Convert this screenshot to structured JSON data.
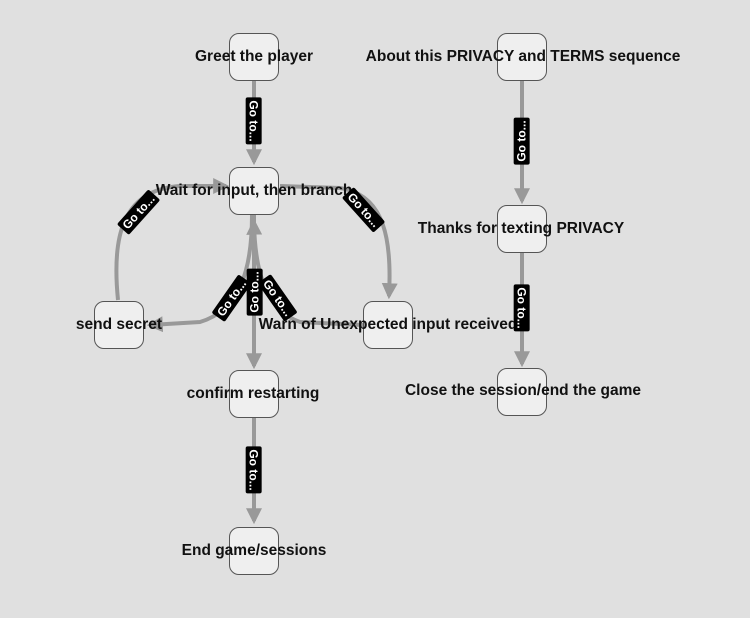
{
  "diagram": {
    "colors": {
      "background": "#e0e0e0",
      "node_fill": "#efefef",
      "node_border": "#555555",
      "edge": "#999999",
      "edge_label_bg": "#000000",
      "edge_label_text": "#ffffff"
    },
    "nodes": [
      {
        "id": "greet",
        "label": "Greet the player"
      },
      {
        "id": "wait",
        "label": "Wait for input, then branch"
      },
      {
        "id": "secret",
        "label": "send secret"
      },
      {
        "id": "warn",
        "label": "Warn of Unexpected input received"
      },
      {
        "id": "confirm",
        "label": "confirm restarting"
      },
      {
        "id": "end",
        "label": "End game/sessions"
      },
      {
        "id": "about",
        "label": "About this PRIVACY and TERMS sequence"
      },
      {
        "id": "thanks",
        "label": "Thanks for texting PRIVACY"
      },
      {
        "id": "close",
        "label": "Close the session/end the game"
      }
    ],
    "edges": [
      {
        "from": "greet",
        "to": "wait",
        "label": "Go to..."
      },
      {
        "from": "wait",
        "to": "secret",
        "label": "Go to..."
      },
      {
        "from": "secret",
        "to": "wait",
        "label": "Go to..."
      },
      {
        "from": "wait",
        "to": "warn",
        "label": "Go to..."
      },
      {
        "from": "warn",
        "to": "wait",
        "label": "Go to..."
      },
      {
        "from": "wait",
        "to": "confirm",
        "label": "Go to..."
      },
      {
        "from": "confirm",
        "to": "end",
        "label": "Go to..."
      },
      {
        "from": "about",
        "to": "thanks",
        "label": "Go to..."
      },
      {
        "from": "thanks",
        "to": "close",
        "label": "Go to..."
      }
    ]
  }
}
